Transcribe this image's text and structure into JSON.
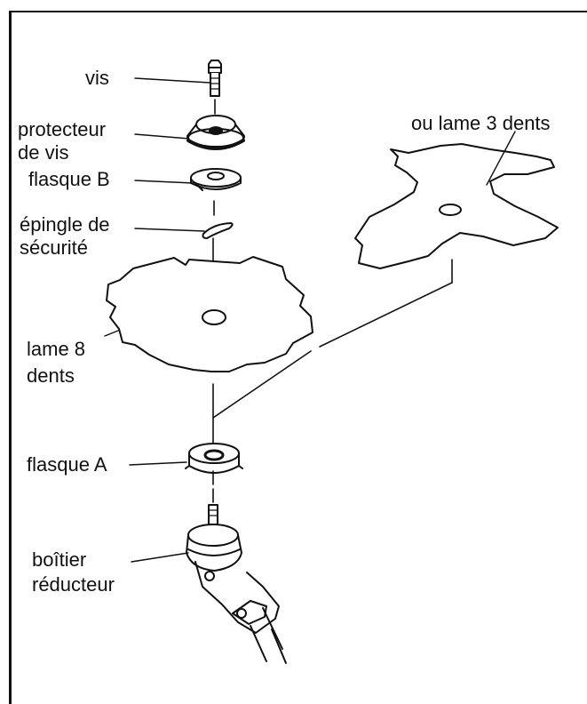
{
  "labels": {
    "vis": "vis",
    "protecteur_line1": "protecteur",
    "protecteur_line2": "de vis",
    "flasque_b": "flasque B",
    "epingle_line1": "épingle de",
    "epingle_line2": "sécurité",
    "lame8_line1": "lame 8",
    "lame8_line2": "dents",
    "flasque_a": "flasque A",
    "boitier_line1": "boîtier",
    "boitier_line2": "réducteur",
    "lame3": "ou lame 3 dents"
  }
}
